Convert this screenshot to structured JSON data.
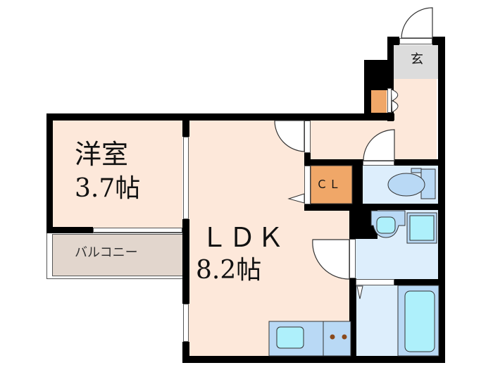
{
  "floorplan": {
    "rooms": {
      "western_room": {
        "name": "洋室",
        "size": "3.7帖"
      },
      "ldk": {
        "name": "ＬＤＫ",
        "size": "8.2帖"
      },
      "closet": {
        "name": "ＣＬ"
      },
      "balcony": {
        "name": "バルコニー"
      },
      "entrance": {
        "name": "玄"
      }
    },
    "colors": {
      "wall": "#000000",
      "living_floor": "#fde8da",
      "wet_area_floor": "#ddeefc",
      "fixture_blue": "#b9d9f5",
      "fixture_cyan": "#aef0fb",
      "closet_orange": "#f0a768",
      "entrance_gray": "#dcdcdc",
      "balcony_gray": "#e2d6cd"
    }
  }
}
